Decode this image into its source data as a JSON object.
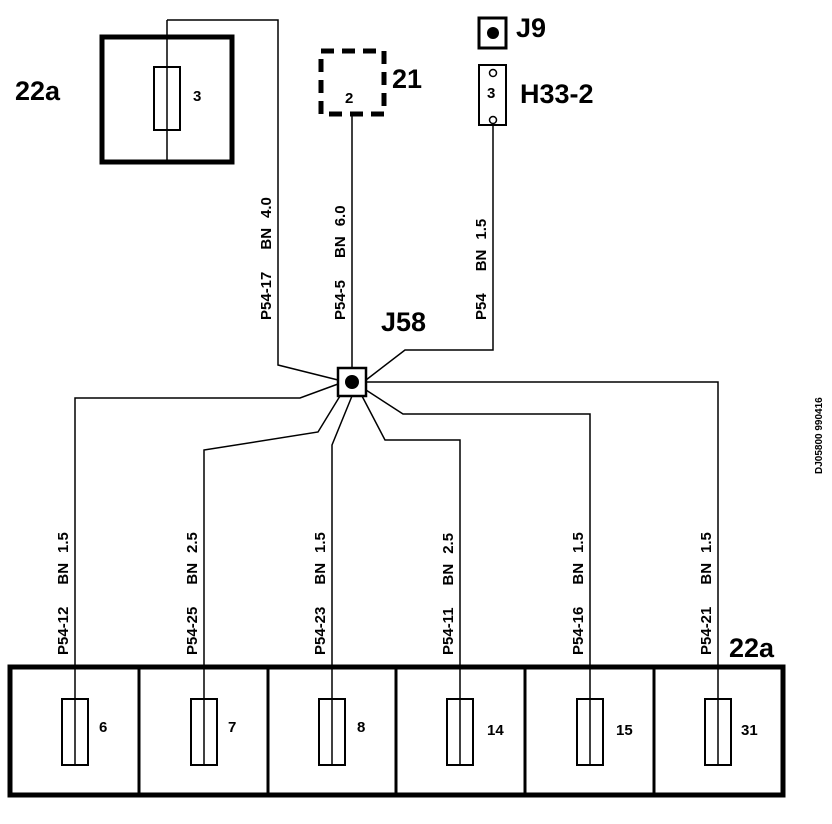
{
  "components": {
    "fusebox_top": {
      "label": "22a",
      "fuse": "3"
    },
    "relay_21": {
      "label": "21",
      "pin": "2"
    },
    "connector_j9": {
      "label": "J9"
    },
    "connector_h33": {
      "label": "H33-2",
      "pin": "3"
    },
    "splice_j58": {
      "label": "J58"
    },
    "fusebox_bottom": {
      "label": "22a"
    }
  },
  "top_wires": [
    {
      "id": "P54-17",
      "circuit": "P54-17",
      "color": "BN",
      "size": "4.0"
    },
    {
      "id": "P54-5",
      "circuit": "P54-5",
      "color": "BN",
      "size": "6.0"
    },
    {
      "id": "P54",
      "circuit": "P54",
      "color": "BN",
      "size": "1.5"
    }
  ],
  "bottom_fuses": [
    {
      "fuse": "6",
      "circuit": "P54-12",
      "color": "BN",
      "size": "1.5"
    },
    {
      "fuse": "7",
      "circuit": "P54-25",
      "color": "BN",
      "size": "2.5"
    },
    {
      "fuse": "8",
      "circuit": "P54-23",
      "color": "BN",
      "size": "1.5"
    },
    {
      "fuse": "14",
      "circuit": "P54-11",
      "color": "BN",
      "size": "2.5"
    },
    {
      "fuse": "15",
      "circuit": "P54-16",
      "color": "BN",
      "size": "1.5"
    },
    {
      "fuse": "31",
      "circuit": "P54-21",
      "color": "BN",
      "size": "1.5"
    }
  ],
  "doc_id": "DJ05800 990416"
}
